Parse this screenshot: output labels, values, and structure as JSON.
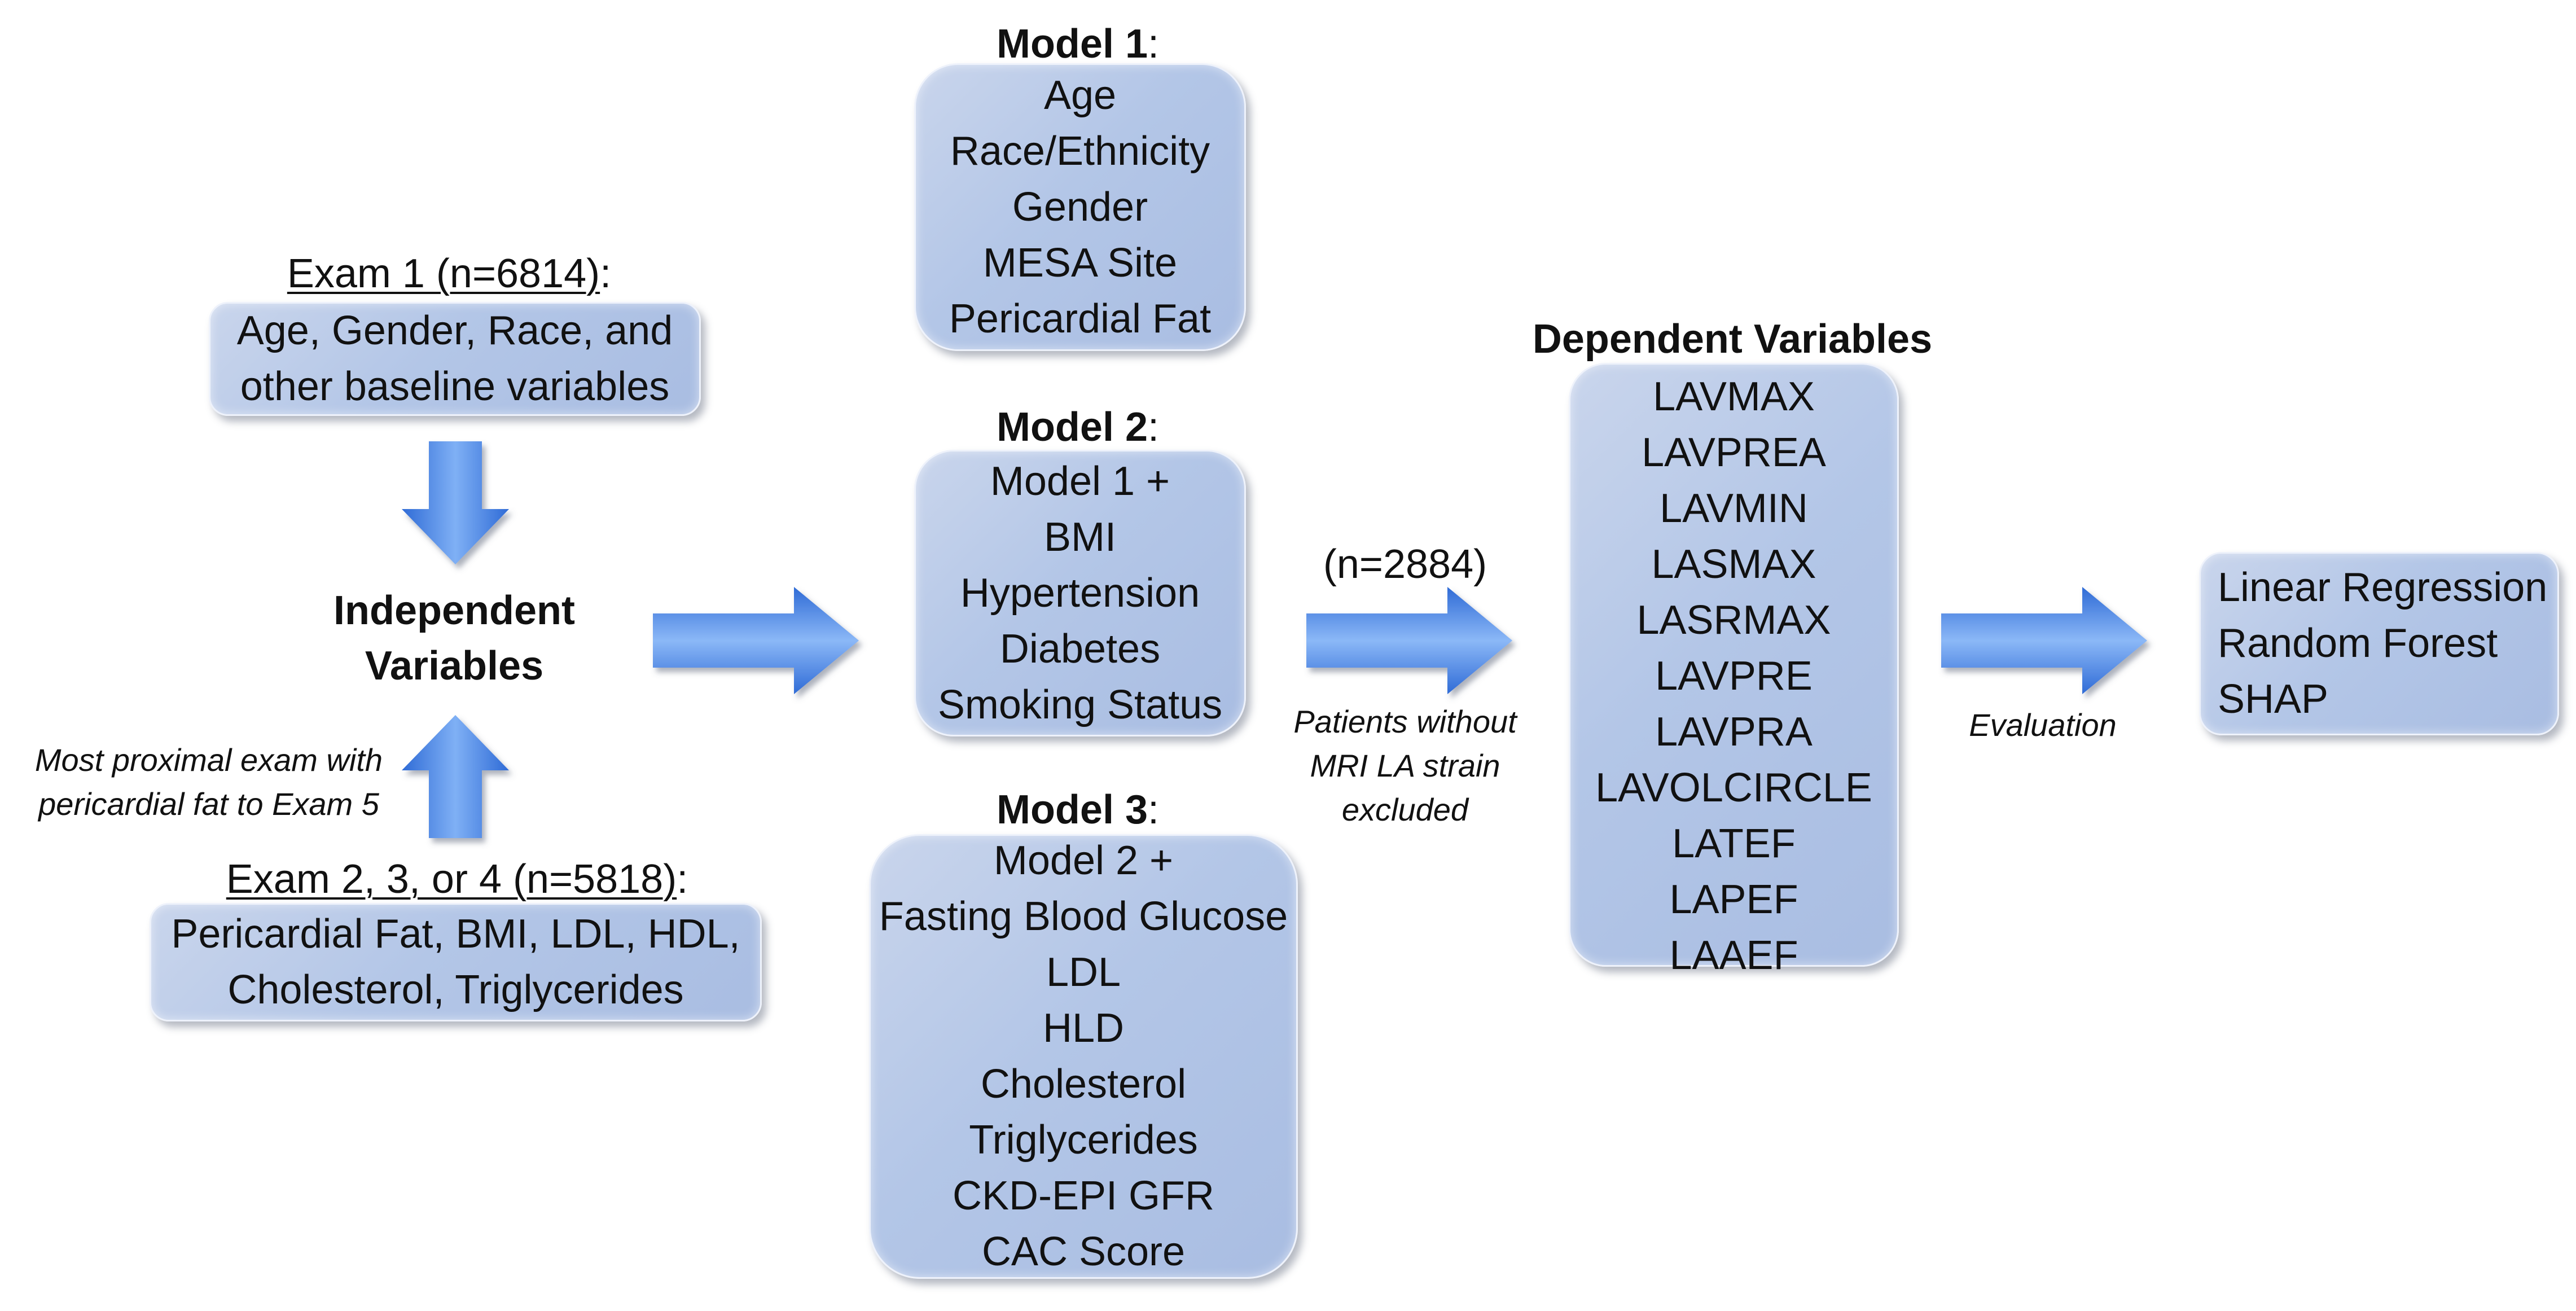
{
  "exam1": {
    "title": "Exam 1 (n=6814)",
    "colon": ":",
    "lines": [
      "Age, Gender, Race, and",
      "other baseline variables"
    ]
  },
  "independent": {
    "lines": [
      "Independent",
      "Variables"
    ]
  },
  "proximal_note": {
    "lines": [
      "Most proximal exam with",
      "pericardial fat to Exam 5"
    ]
  },
  "exam234": {
    "title": "Exam 2, 3, or 4 (n=5818)",
    "colon": ":",
    "lines": [
      "Pericardial Fat, BMI, LDL, HDL,",
      "Cholesterol, Triglycerides"
    ]
  },
  "model1": {
    "title": "Model 1",
    "colon": ":",
    "lines": [
      "Age",
      "Race/Ethnicity",
      "Gender",
      "MESA Site",
      "Pericardial Fat"
    ]
  },
  "model2": {
    "title": "Model 2",
    "colon": ":",
    "lines": [
      "Model 1 +",
      "BMI",
      "Hypertension",
      "Diabetes",
      "Smoking Status"
    ]
  },
  "model3": {
    "title": "Model 3",
    "colon": ":",
    "lines": [
      "Model 2 +",
      "Fasting Blood Glucose",
      "LDL",
      "HLD",
      "Cholesterol",
      "Triglycerides",
      "CKD-EPI GFR",
      "CAC Score"
    ]
  },
  "exclusion": {
    "count": "(n=2884)",
    "lines": [
      "Patients without",
      "MRI LA strain",
      "excluded"
    ]
  },
  "dependent": {
    "title": "Dependent Variables",
    "lines": [
      "LAVMAX",
      "LAVPREA",
      "LAVMIN",
      "LASMAX",
      "LASRMAX",
      "LAVPRE",
      "LAVPRA",
      "LAVOLCIRCLE",
      "LATEF",
      "LAPEF",
      "LAAEF"
    ]
  },
  "evaluation": {
    "label": "Evaluation"
  },
  "methods": {
    "lines": [
      "Linear Regression",
      "Random Forest",
      "SHAP"
    ]
  },
  "colors": {
    "box_fill": "#b3c6e7",
    "arrow_fill": "#3f7ee4"
  },
  "icons": {
    "arrow_down": "block-arrow-down-icon",
    "arrow_up": "block-arrow-up-icon",
    "arrow_right": "block-arrow-right-icon"
  }
}
